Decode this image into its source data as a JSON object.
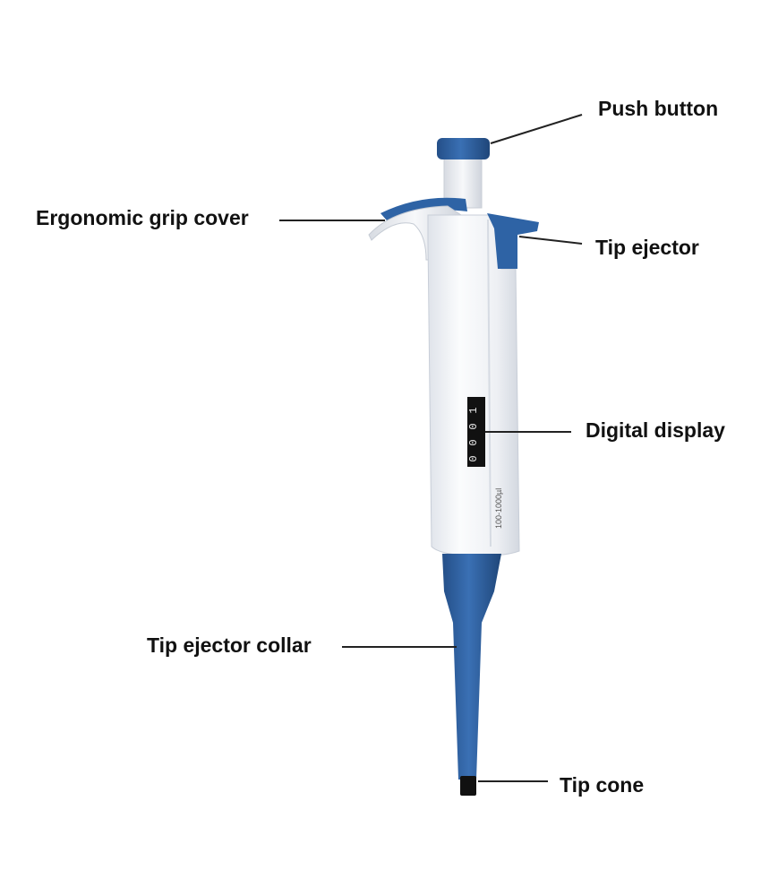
{
  "labels": {
    "push_button": "Push button",
    "grip_cover": "Ergonomic grip cover",
    "tip_ejector": "Tip ejector",
    "digital_display": "Digital display",
    "tip_ejector_collar": "Tip ejector collar",
    "tip_cone": "Tip cone"
  },
  "display_digits": [
    "1",
    "0",
    "0",
    "0"
  ],
  "volume_range": "100-1000µl",
  "colors": {
    "body": "#f1f3f6",
    "accent_blue": "#2e63a5",
    "tip": "#111111",
    "leader": "#222222"
  }
}
